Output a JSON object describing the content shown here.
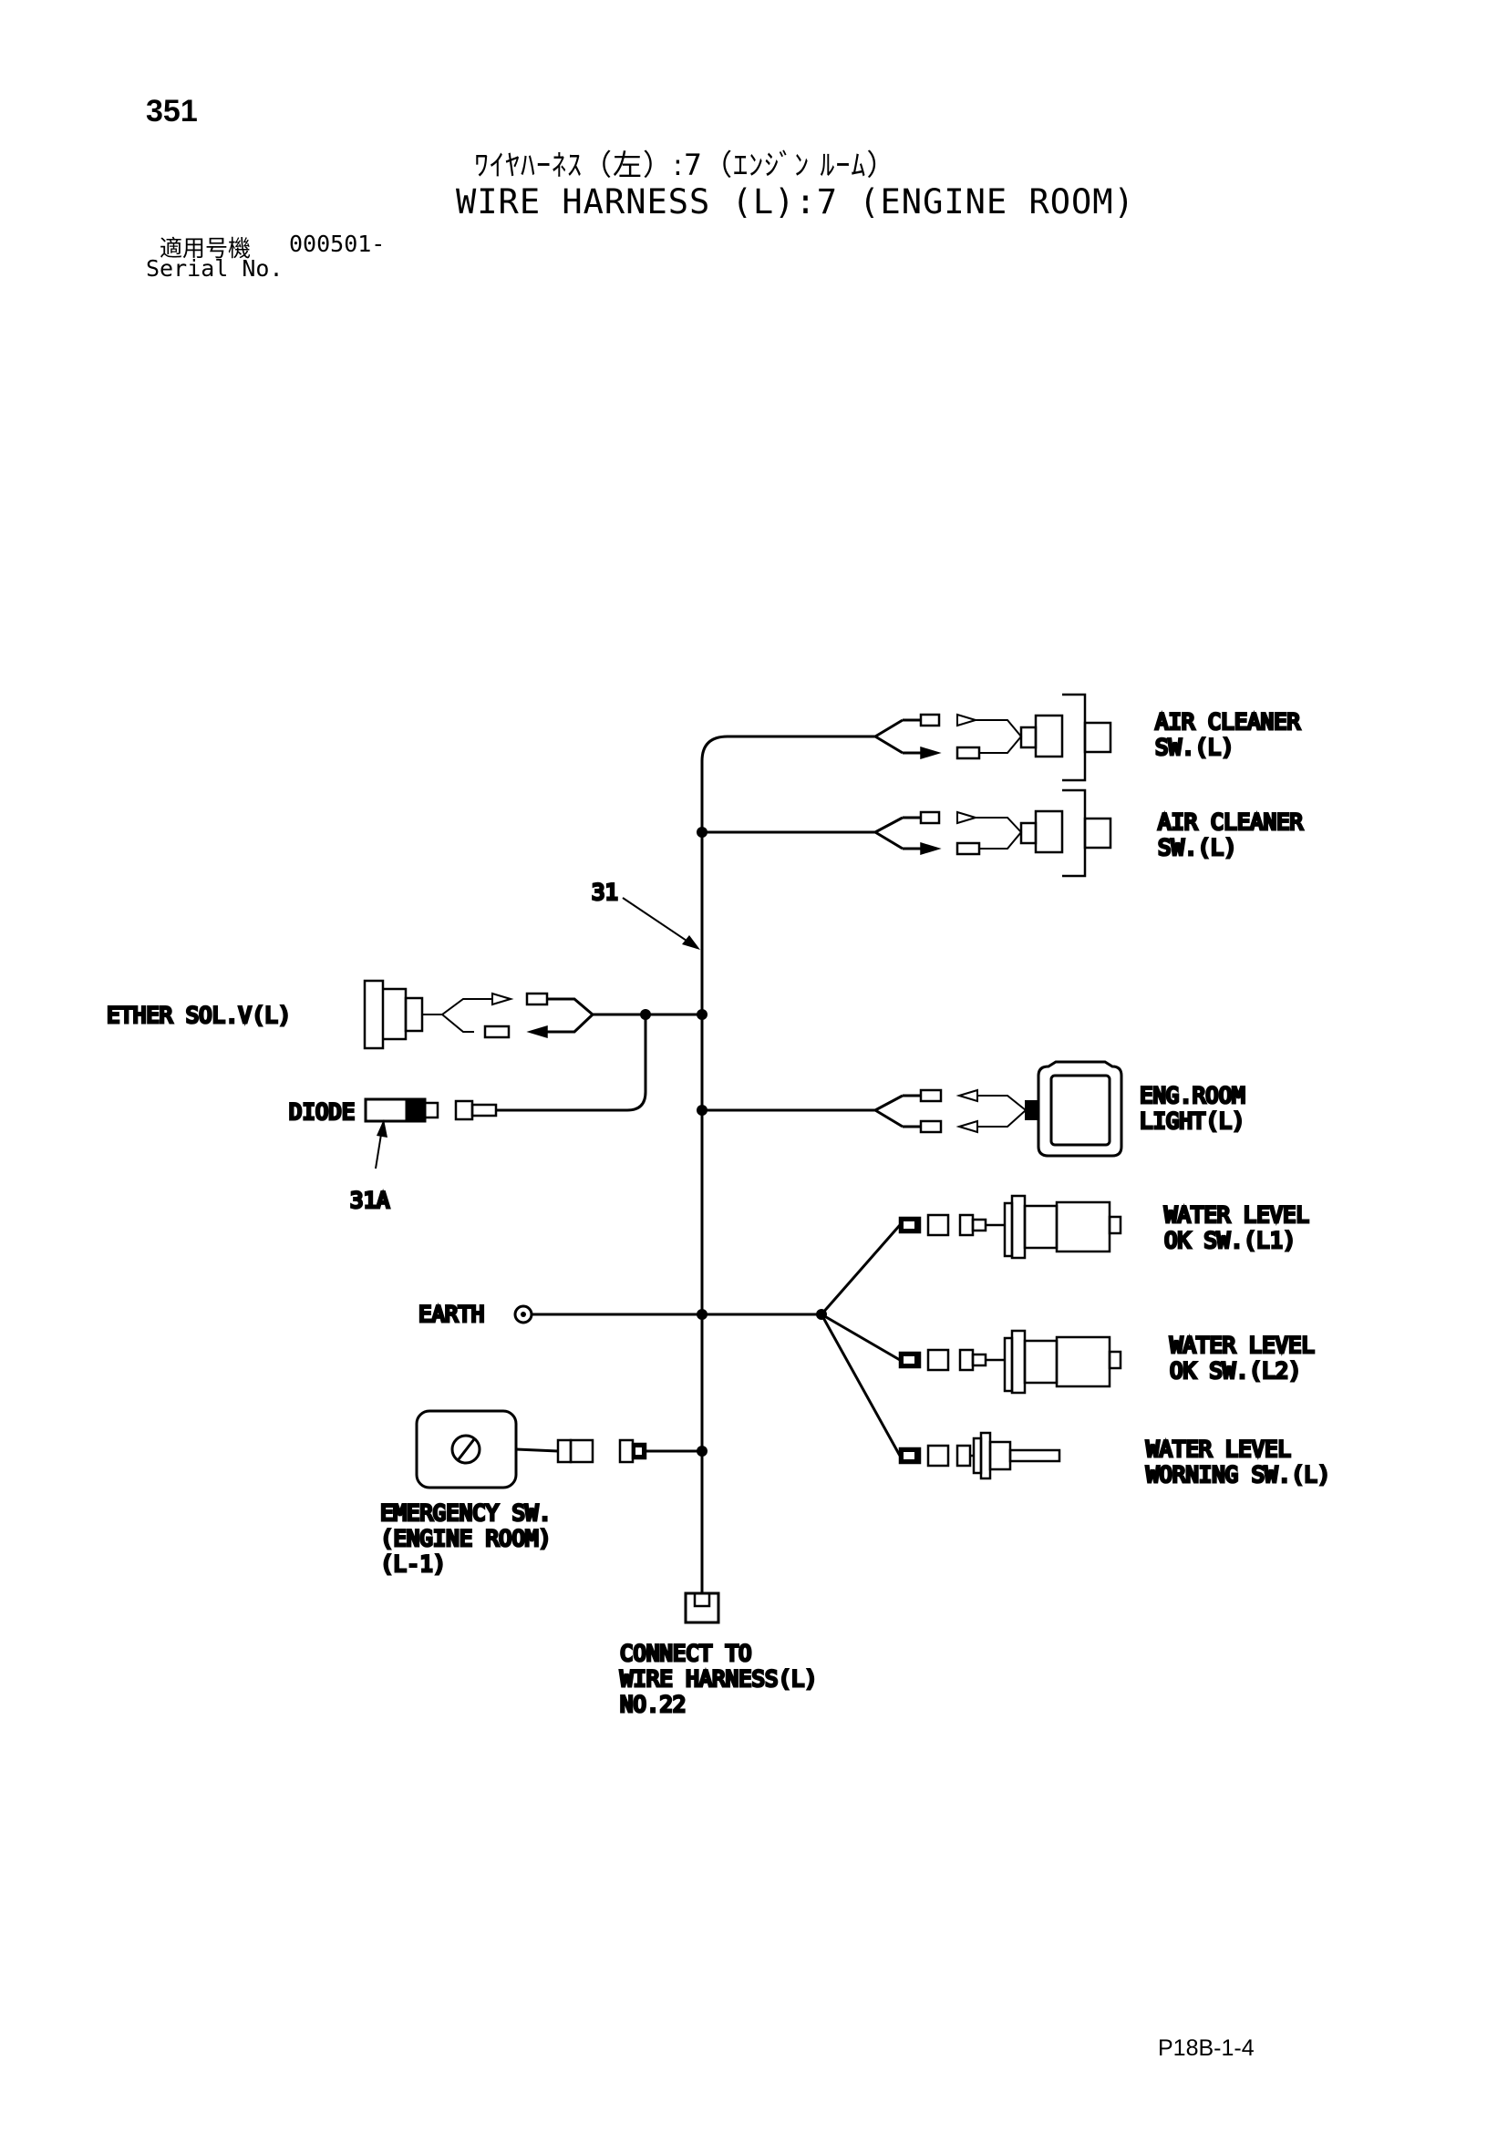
{
  "page_number": "351",
  "title_jp": "ﾜｲﾔﾊｰﾈｽ（左）:7（ｴﾝｼﾞﾝ ﾙｰﾑ）",
  "title_en": "WIRE HARNESS (L):7 (ENGINE ROOM)",
  "serial": {
    "label_jp": "適用号機",
    "number": "000501-",
    "label_en": "Serial No."
  },
  "diagram": {
    "harness_ref": "31",
    "diode_ref": "31A",
    "components": {
      "air_cleaner_1": [
        "AIR CLEANER",
        "SW.(L)"
      ],
      "air_cleaner_2": [
        "AIR CLEANER",
        "SW.(L)"
      ],
      "ether": "ETHER SOL.V(L)",
      "diode": "DIODE",
      "eng_room_light": [
        "ENG.ROOM",
        "LIGHT(L)"
      ],
      "water_l1": [
        "WATER LEVEL",
        "OK SW.(L1)"
      ],
      "water_l2": [
        "WATER LEVEL",
        "OK SW.(L2)"
      ],
      "water_warning": [
        "WATER LEVEL",
        "WORNING SW.(L)"
      ],
      "earth": "EARTH",
      "emergency": [
        "EMERGENCY SW.",
        "(ENGINE ROOM)",
        "(L-1)"
      ],
      "connect": [
        "CONNECT TO",
        "WIRE HARNESS(L)",
        "NO.22"
      ]
    }
  },
  "footer_code": "P18B-1-4"
}
